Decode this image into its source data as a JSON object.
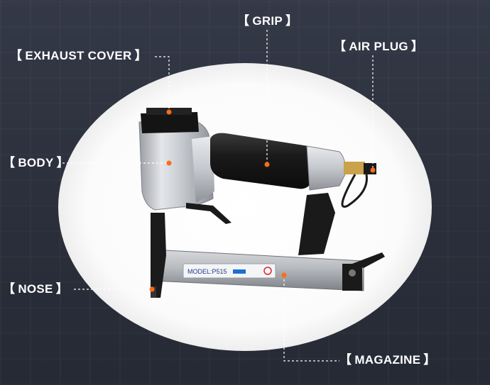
{
  "colors": {
    "background": "#2f3442",
    "spotlight": "#ffffff",
    "marker": "#ff6a1a",
    "label_text": "#ffffff",
    "leader_line": "#ffffff"
  },
  "labels": {
    "exhaust_cover": "EXHAUST COVER",
    "grip": "GRIP",
    "air_plug": "AIR PLUG",
    "body": "BODY",
    "nose": "NOSE",
    "magazine": "MAGAZINE"
  },
  "magazine_plate": {
    "model": "MODEL:P515"
  }
}
